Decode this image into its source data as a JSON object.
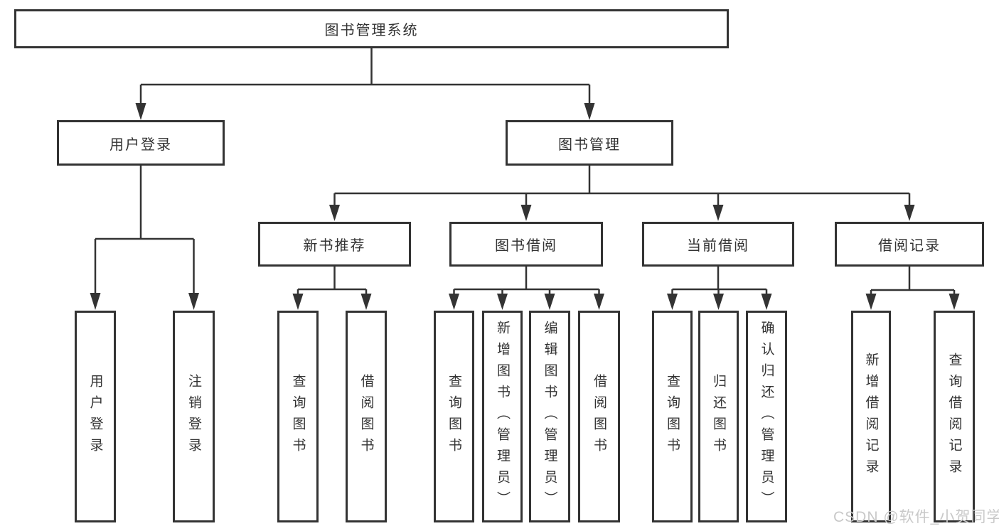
{
  "tree": {
    "root": {
      "label": "图书管理系统"
    },
    "children": [
      {
        "label": "用户登录",
        "children": [
          {
            "label": "用户登录"
          },
          {
            "label": "注销登录"
          }
        ]
      },
      {
        "label": "图书管理",
        "children": [
          {
            "label": "新书推荐",
            "children": [
              {
                "label": "查询图书"
              },
              {
                "label": "借阅图书"
              }
            ]
          },
          {
            "label": "图书借阅",
            "children": [
              {
                "label": "查询图书"
              },
              {
                "label": "新增图书（管理员）"
              },
              {
                "label": "编辑图书（管理员）"
              },
              {
                "label": "借阅图书"
              }
            ]
          },
          {
            "label": "当前借阅",
            "children": [
              {
                "label": "查询图书"
              },
              {
                "label": "归还图书"
              },
              {
                "label": "确认归还（管理员）"
              }
            ]
          },
          {
            "label": "借阅记录",
            "children": [
              {
                "label": "新增借阅记录"
              },
              {
                "label": "查询借阅记录"
              }
            ]
          }
        ]
      }
    ]
  },
  "watermark": {
    "text": "CSDN @软件_小贺同学"
  },
  "colors": {
    "line": "#333333",
    "box_border": "#333333",
    "box_fill": "#ffffff",
    "text": "#333333",
    "watermark": "#c9c9c9",
    "background": "#ffffff"
  }
}
